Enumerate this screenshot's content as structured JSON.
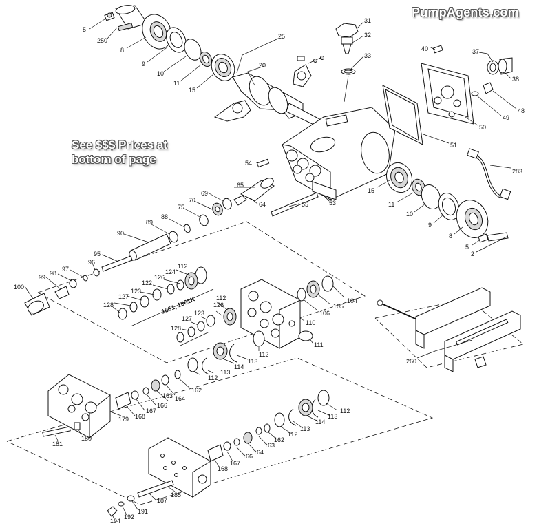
{
  "header": {
    "watermark": "PumpAgents.com",
    "note_line1": "See $$$ Prices at",
    "note_line2": "bottom of page"
  },
  "diagram": {
    "callouts": {
      "c5a": "5",
      "c250": "250",
      "c8a": "8",
      "c9a": "9",
      "c10a": "10",
      "c11a": "11",
      "c15a": "15",
      "c25": "25",
      "c20": "20",
      "c31": "31",
      "c32": "32",
      "c33": "33",
      "c40": "40",
      "c37": "37",
      "c38": "38",
      "c48": "48",
      "c49": "49",
      "c50": "50",
      "c51": "51",
      "c54": "54",
      "c65": "65",
      "c64": "64",
      "c55": "55",
      "c53": "53",
      "c15b": "15",
      "c11b": "11",
      "c10b": "10",
      "c9b": "9",
      "c8b": "8",
      "c5b": "5",
      "c2": "2",
      "c283": "283",
      "c69": "69",
      "c70": "70",
      "c75": "75",
      "c88": "88",
      "c89": "89",
      "c90": "90",
      "c95": "95",
      "c96": "96",
      "c97": "97",
      "c98": "98",
      "c99": "99",
      "c100": "100",
      "c112a": "112",
      "c124a": "124",
      "c126a": "126",
      "c122": "122",
      "c123a": "123",
      "c127a": "127",
      "c128a": "128",
      "c1861": "1861, 1861K",
      "c112b": "112",
      "c126b": "126",
      "c123b": "123",
      "c127b": "127",
      "c128b": "128",
      "c104": "104",
      "c105": "105",
      "c106": "106",
      "c110": "110",
      "c111": "111",
      "c112c": "112",
      "c113a": "113",
      "c114a": "114",
      "c112d": "112",
      "c113b": "113",
      "c162a": "162",
      "c164a": "164",
      "c163a": "163",
      "c166a": "166",
      "c167a": "167",
      "c168a": "168",
      "c179": "179",
      "c180": "180",
      "c181": "181",
      "c112e": "112",
      "c113c": "113",
      "c114b": "114",
      "c113d": "113",
      "c112f": "112",
      "c162b": "162",
      "c163b": "163",
      "c164b": "164",
      "c166b": "166",
      "c167b": "167",
      "c168b": "168",
      "c185": "185",
      "c187": "187",
      "c191": "191",
      "c192": "192",
      "c194": "194",
      "c260": "260"
    }
  }
}
